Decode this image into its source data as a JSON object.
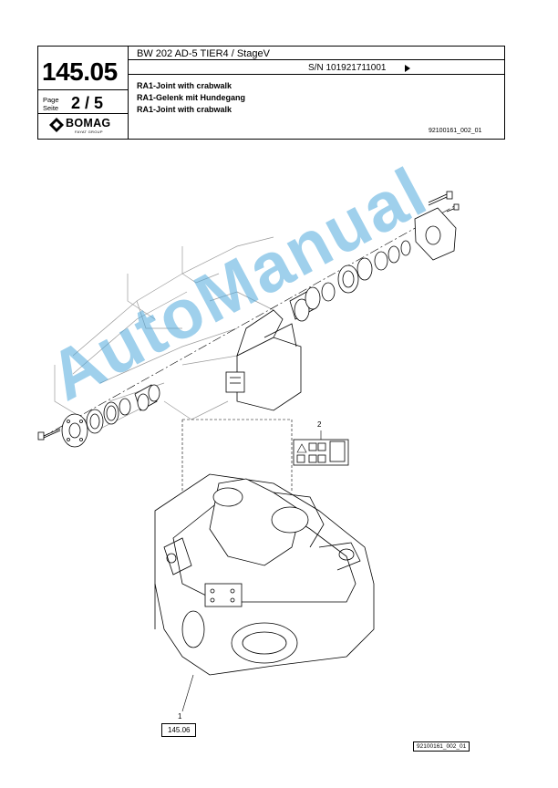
{
  "header": {
    "model": "BW 202 AD-5 TIER4 / StageV",
    "serial": "S/N 101921711001",
    "section_number": "145.05",
    "page_label_en": "Page",
    "page_label_de": "Seite",
    "page_value": "2 / 5",
    "title_en": "RA1-Joint with crabwalk",
    "title_de": "RA1-Gelenk mit Hundegang",
    "title_en2": "RA1-Joint with crabwalk",
    "document_id": "92100161_002_01",
    "logo_text": "BOMAG",
    "logo_subtext": "FAYAT GROUP"
  },
  "diagram": {
    "callout_1": "1",
    "callout_2": "2",
    "reference_box": "145.06",
    "footer_id": "92100161_002_01"
  },
  "watermark": "AutoManual",
  "colors": {
    "watermark": "#50aadc",
    "line": "#000000"
  }
}
